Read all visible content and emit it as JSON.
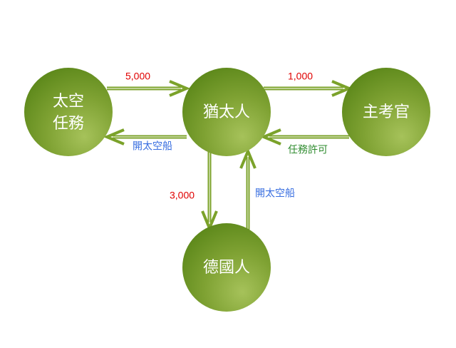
{
  "nodes": {
    "space_mission": {
      "label_line1": "太空",
      "label_line2": "任務"
    },
    "jews": {
      "label": "猶太人"
    },
    "examiner": {
      "label": "主考官"
    },
    "germans": {
      "label": "德國人"
    }
  },
  "edges": {
    "space_to_jews": {
      "label": "5,000",
      "color": "#e00000"
    },
    "jews_to_space": {
      "label": "開太空船",
      "color": "#3a6fe0"
    },
    "jews_to_examiner": {
      "label": "1,000",
      "color": "#e00000"
    },
    "examiner_to_jews": {
      "label": "任務許可",
      "color": "#2e8b2e"
    },
    "jews_to_germans": {
      "label": "3,000",
      "color": "#e00000"
    },
    "germans_to_jews": {
      "label": "開太空船",
      "color": "#3a6fe0"
    }
  },
  "colors": {
    "node_fill_light": "#a6c25a",
    "node_fill_dark": "#5f8a1c",
    "arrow": "#7ba22a"
  }
}
